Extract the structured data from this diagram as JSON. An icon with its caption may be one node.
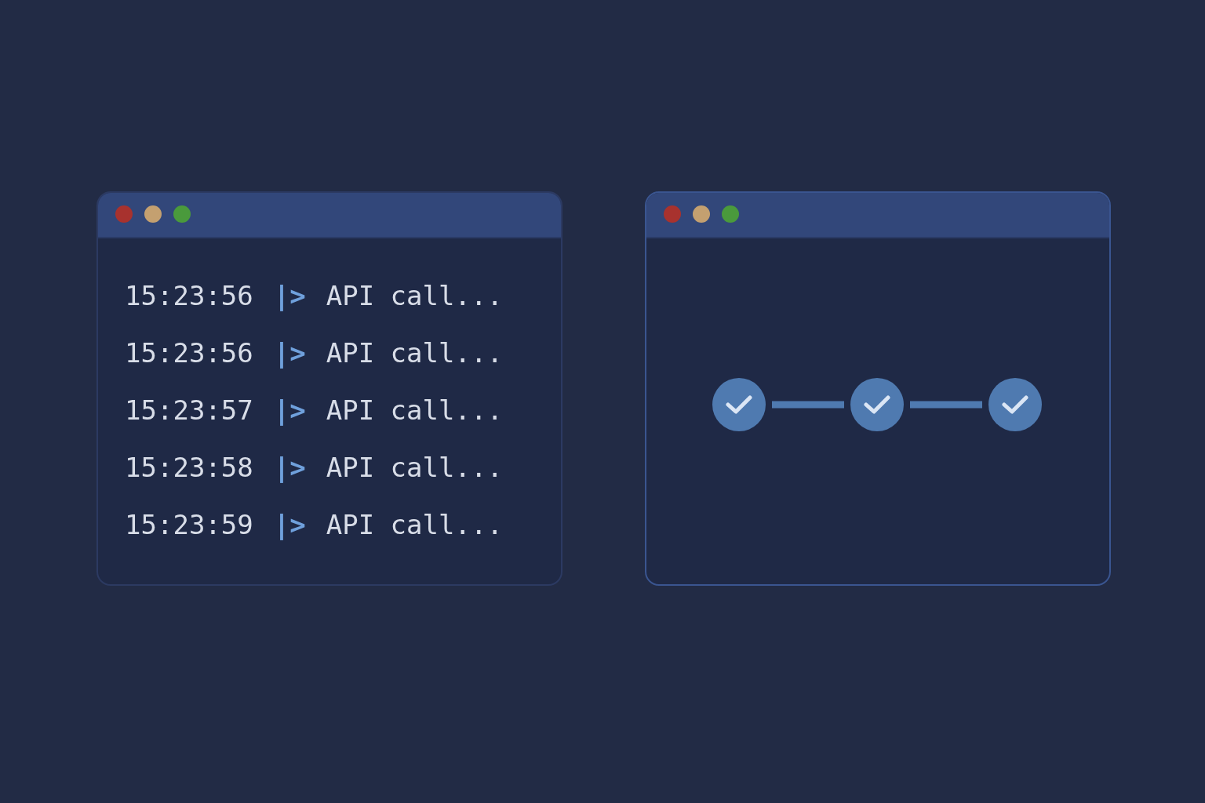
{
  "diagram": {
    "nodes": [
      {
        "text": [
          "15:23:56",
          "|>",
          "API call...",
          "15:23:56",
          "|>",
          "API call...",
          "15:23:57",
          "|>",
          "API call...",
          "15:23:58",
          "|>",
          "API call...",
          "15:23:59",
          "|>",
          "API call..."
        ]
      },
      {
        "text": [],
        "shape": "box"
      },
      {
        "text": [],
        "shape": "circle",
        "in": 1
      },
      {
        "text": [],
        "shape": "circle",
        "in": 1
      },
      {
        "text": [],
        "shape": "circle",
        "in": 1
      }
    ],
    "edges": [
      {
        "from": 2,
        "to": 3,
        "arrow": "none"
      },
      {
        "from": 3,
        "to": 4,
        "arrow": "none"
      }
    ]
  }
}
